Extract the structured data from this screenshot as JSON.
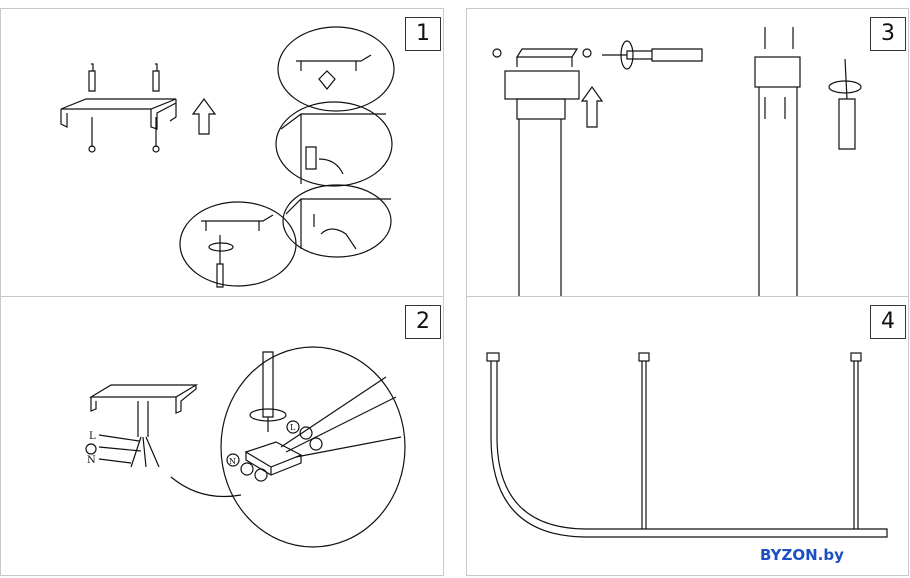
{
  "steps": [
    {
      "number": "1"
    },
    {
      "number": "2",
      "wire_labels": {
        "live": "L",
        "neutral": "N"
      },
      "terminal_labels": {
        "n": "N",
        "l": "L"
      }
    },
    {
      "number": "3"
    },
    {
      "number": "4"
    }
  ],
  "brand": {
    "text": "BYZON.by",
    "color": "#1b4fc2"
  }
}
